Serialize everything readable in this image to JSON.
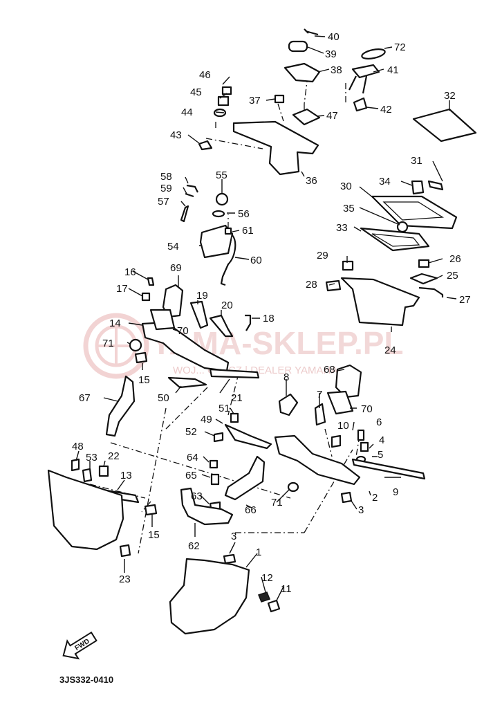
{
  "watermark": {
    "title": "YAMA-SKLEP.PL",
    "subtitle": "WOJ... OWICZ | DEALER YAMAHA"
  },
  "diagram_code": "3JS332-0410",
  "fwd_label": "FWD",
  "part_numbers": [
    "40",
    "39",
    "72",
    "38",
    "41",
    "46",
    "45",
    "37",
    "47",
    "42",
    "32",
    "44",
    "43",
    "36",
    "58",
    "55",
    "31",
    "59",
    "34",
    "30",
    "57",
    "56",
    "35",
    "61",
    "33",
    "54",
    "60",
    "29",
    "26",
    "16",
    "69",
    "25",
    "28",
    "17",
    "19",
    "27",
    "20",
    "14",
    "70",
    "18",
    "24",
    "71",
    "15",
    "68",
    "8",
    "67",
    "21",
    "50",
    "7",
    "70",
    "51",
    "10",
    "6",
    "49",
    "52",
    "4",
    "48",
    "22",
    "5",
    "53",
    "64",
    "13",
    "9",
    "65",
    "2",
    "63",
    "71",
    "3",
    "66",
    "15",
    "62",
    "3",
    "1",
    "23",
    "12",
    "11"
  ],
  "colors": {
    "ink": "#111111",
    "watermark": "#e8b9b9"
  }
}
